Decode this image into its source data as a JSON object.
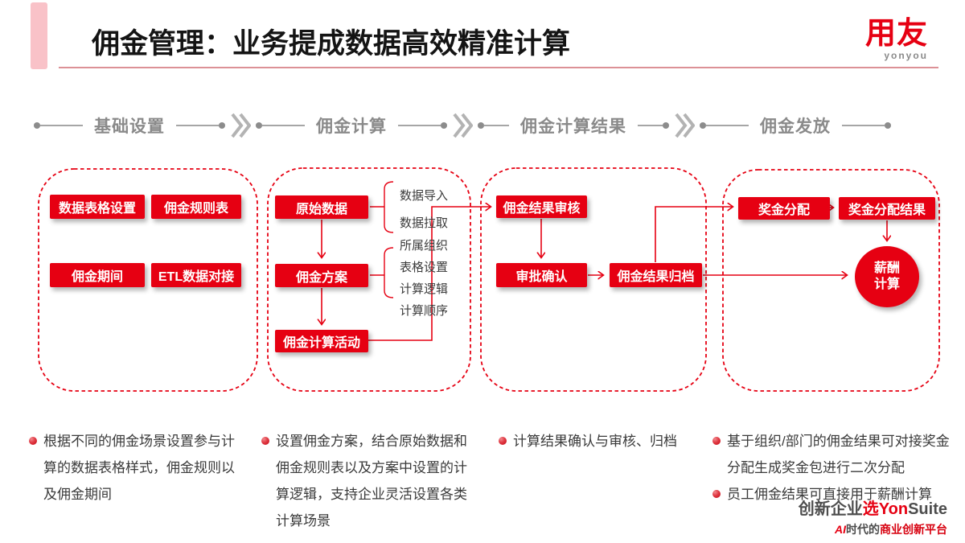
{
  "colors": {
    "brand_red": "#e60012",
    "stage_gray": "#8a8a8a",
    "pink_bar": "#f9c2c8"
  },
  "header": {
    "title": "佣金管理：业务提成数据高效精准计算",
    "logo_text": "用友",
    "logo_subtext": "yonyou"
  },
  "stages": {
    "items": [
      {
        "label": "基础设置"
      },
      {
        "label": "佣金计算"
      },
      {
        "label": "佣金计算结果"
      },
      {
        "label": "佣金发放"
      }
    ]
  },
  "flow": {
    "panel1": {
      "nodes": [
        "数据表格设置",
        "佣金规则表",
        "佣金期间",
        "ETL数据对接"
      ]
    },
    "panel2": {
      "nodes": [
        "原始数据",
        "佣金方案",
        "佣金计算活动"
      ],
      "bracket1_labels": [
        "数据导入",
        "数据拉取"
      ],
      "bracket2_labels": [
        "所属组织",
        "表格设置",
        "计算逻辑",
        "计算顺序"
      ]
    },
    "panel3": {
      "nodes": [
        "佣金结果审核",
        "审批确认",
        "佣金结果归档"
      ]
    },
    "panel4": {
      "nodes": [
        "奖金分配",
        "奖金分配结果"
      ],
      "circle_label": "薪酬\n计算"
    }
  },
  "notes": {
    "col1": [
      "根据不同的佣金场景设置参与计算的数据表格样式，佣金规则以及佣金期间"
    ],
    "col2": [
      "设置佣金方案，结合原始数据和佣金规则表以及方案中设置的计算逻辑，支持企业灵活设置各类计算场景"
    ],
    "col3": [
      "计算结果确认与审核、归档"
    ],
    "col4": [
      "基于组织/部门的佣金结果可对接奖金分配生成奖金包进行二次分配",
      "员工佣金结果可直接用于薪酬计算"
    ]
  },
  "watermark": {
    "line1_prefix": "创新企业",
    "line1_highlight": "选Yon",
    "line1_suffix": "Suite",
    "line2_prefix": "AI",
    "line2_mid": "时代的",
    "line2_suffix": "商业创新平台"
  }
}
